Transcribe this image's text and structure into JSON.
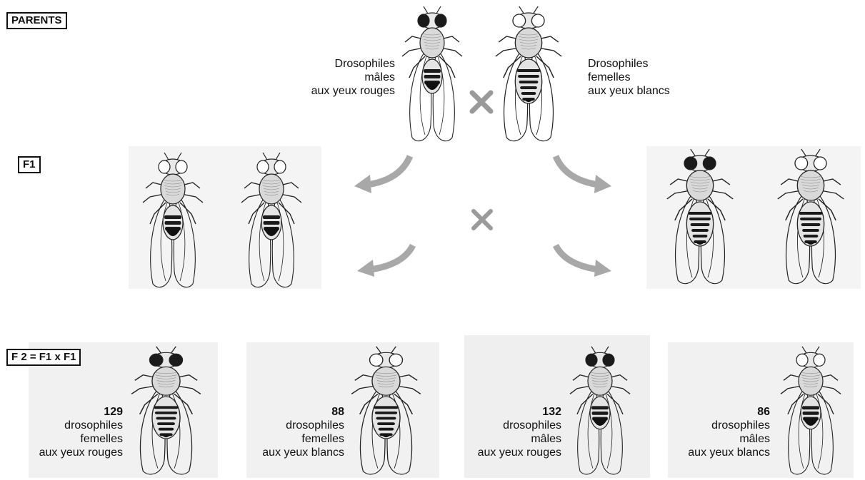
{
  "labels": {
    "parents": "PARENTS",
    "f1": "F1",
    "f2": "F 2 = F1 x F1"
  },
  "parents": {
    "male_caption": [
      "Drosophiles",
      "mâles",
      "aux yeux rouges"
    ],
    "female_caption": [
      "Drosophiles",
      "femelles",
      "aux yeux blancs"
    ]
  },
  "f2": [
    {
      "count": "129",
      "lines": [
        "drosophiles",
        "femelles",
        "aux yeux rouges"
      ]
    },
    {
      "count": "88",
      "lines": [
        "drosophiles",
        "femelles",
        "aux yeux blancs"
      ]
    },
    {
      "count": "132",
      "lines": [
        "drosophiles",
        "mâles",
        "aux yeux rouges"
      ]
    },
    {
      "count": "86",
      "lines": [
        "drosophiles",
        "mâles",
        "aux yeux blancs"
      ]
    }
  ],
  "colors": {
    "red_eye": "#1a1a1a",
    "white_eye": "#ffffff",
    "arrow": "#a8a8a8",
    "cross": "#9a9a9a"
  }
}
